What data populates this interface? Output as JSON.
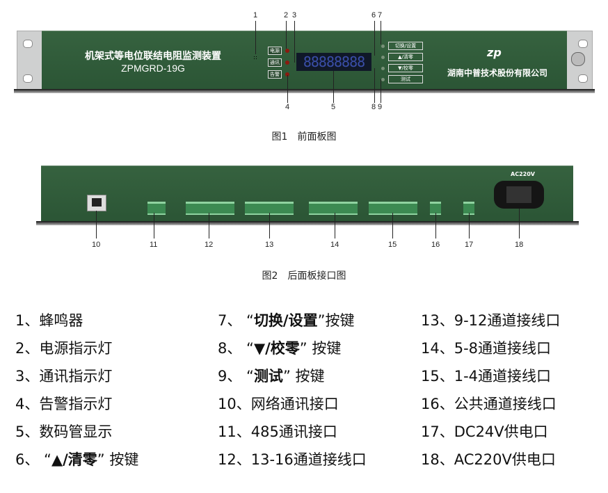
{
  "front": {
    "title": "机架式等电位联结电阻监测装置",
    "model": "ZPMGRD-19G",
    "leds": [
      "电源",
      "通讯",
      "告警"
    ],
    "display": "88888888",
    "buttons": [
      "切换/设置",
      "▲/清零",
      "▼/校零",
      "测试"
    ],
    "logo": "zp",
    "company": "湖南中普技术股份有限公司",
    "callouts_top": [
      "1",
      "2",
      "3",
      "6",
      "7"
    ],
    "callouts_bottom": [
      "4",
      "5",
      "8",
      "9"
    ],
    "caption": "图1　前面板图"
  },
  "rear": {
    "power_label": "AC220V",
    "callouts": [
      "10",
      "11",
      "12",
      "13",
      "14",
      "15",
      "16",
      "17",
      "18"
    ],
    "caption": "图2　后面板接口图"
  },
  "legend": [
    {
      "n": "1、",
      "pre": "蜂鸣器",
      "b": "",
      "post": ""
    },
    {
      "n": "2、",
      "pre": "电源指示灯",
      "b": "",
      "post": ""
    },
    {
      "n": "3、",
      "pre": "通讯指示灯",
      "b": "",
      "post": ""
    },
    {
      "n": "4、",
      "pre": "告警指示灯",
      "b": "",
      "post": ""
    },
    {
      "n": "5、",
      "pre": "数码管显示",
      "b": "",
      "post": ""
    },
    {
      "n": "6、",
      "pre": " “",
      "b": "▲/清零",
      "post": "” 按键"
    },
    {
      "n": "7、",
      "pre": " “",
      "b": "切换/设置",
      "post": "”按键"
    },
    {
      "n": "8、",
      "pre": " “",
      "b": "▼/校零",
      "post": "” 按键"
    },
    {
      "n": "9、",
      "pre": " “",
      "b": "测试",
      "post": "” 按键"
    },
    {
      "n": "10、",
      "pre": "网络通讯接口",
      "b": "",
      "post": ""
    },
    {
      "n": "11、",
      "pre": "485通讯接口",
      "b": "",
      "post": ""
    },
    {
      "n": "12、",
      "pre": "13-16通道接线口",
      "b": "",
      "post": ""
    },
    {
      "n": "13、",
      "pre": "9-12通道接线口",
      "b": "",
      "post": ""
    },
    {
      "n": "14、",
      "pre": "5-8通道接线口",
      "b": "",
      "post": ""
    },
    {
      "n": "15、",
      "pre": "1-4通道接线口",
      "b": "",
      "post": ""
    },
    {
      "n": "16、",
      "pre": "公共通道接线口",
      "b": "",
      "post": ""
    },
    {
      "n": "17、",
      "pre": "DC24V供电口",
      "b": "",
      "post": ""
    },
    {
      "n": "18、",
      "pre": "AC220V供电口",
      "b": "",
      "post": ""
    }
  ]
}
